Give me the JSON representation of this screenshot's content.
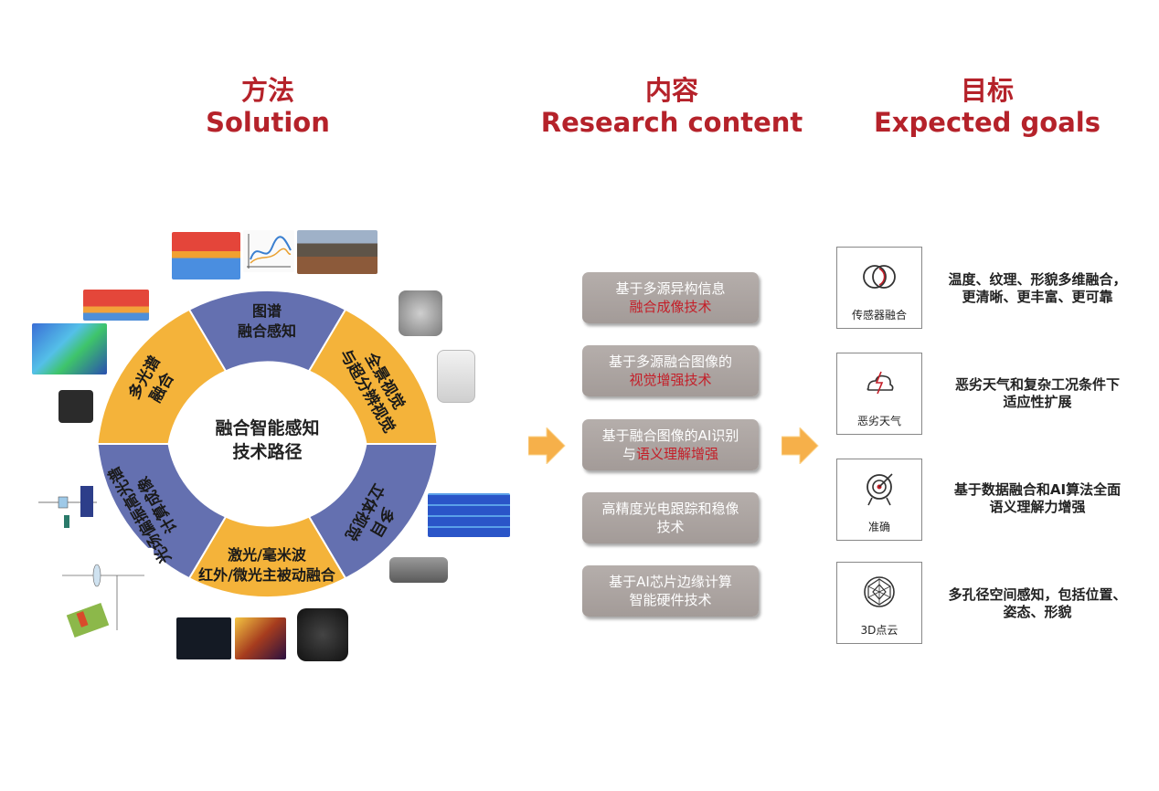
{
  "headers": {
    "solution": {
      "cn": "方法",
      "en": "Solution"
    },
    "content": {
      "cn": "内容",
      "en": "Research content"
    },
    "goals": {
      "cn": "目标",
      "en": "Expected goals"
    }
  },
  "ring": {
    "center_line1": "融合智能感知",
    "center_line2": "技术路径",
    "segments": {
      "top": [
        "图谱",
        "融合感知"
      ],
      "upper_right": [
        "全景视觉",
        "与超分辨视觉"
      ],
      "lower_right": [
        "多目",
        "立体视觉"
      ],
      "bottom": [
        "激光/毫米波",
        "红外/微光主被动融合"
      ],
      "lower_left": [
        "光场偏振高光谱",
        "计算成像"
      ],
      "upper_left": [
        "多光谱",
        "融合"
      ]
    },
    "colors": {
      "blue": "#6470b0",
      "yellow": "#f4b33a"
    }
  },
  "content_boxes": [
    {
      "line1": "基于多源异构信息",
      "line2": "融合成像技术",
      "line2_red": true
    },
    {
      "line1": "基于多源融合图像的",
      "line2": "视觉增强技术",
      "line2_red": true
    },
    {
      "line1": "基于融合图像的AI识别",
      "line2_prefix": "与",
      "line2": "语义理解增强",
      "line2_red": true
    },
    {
      "line1": "高精度光电跟踪和稳像",
      "line2": "技术",
      "line2_red": false
    },
    {
      "line1": "基于AI芯片边缘计算",
      "line2": "智能硬件技术",
      "line2_red": false
    }
  ],
  "goals": [
    {
      "icon": "sensor-fusion-icon",
      "label": "传感器融合",
      "text1": "温度、纹理、形貌多维融合，",
      "text2": "更清晰、更丰富、更可靠"
    },
    {
      "icon": "bad-weather-icon",
      "label": "恶劣天气",
      "text1": "恶劣天气和复杂工况条件下",
      "text2": "适应性扩展"
    },
    {
      "icon": "target-icon",
      "label": "准确",
      "text1": "基于数据融合和AI算法全面",
      "text2": "语义理解力增强"
    },
    {
      "icon": "point-cloud-icon",
      "label": "3D点云",
      "text1": "多孔径空间感知，包括位置、",
      "text2": "姿态、形貌"
    }
  ],
  "accent_colors": {
    "header_red": "#b5222a",
    "highlight_red": "#c41e28",
    "arrow_orange": "#f6b04a"
  }
}
